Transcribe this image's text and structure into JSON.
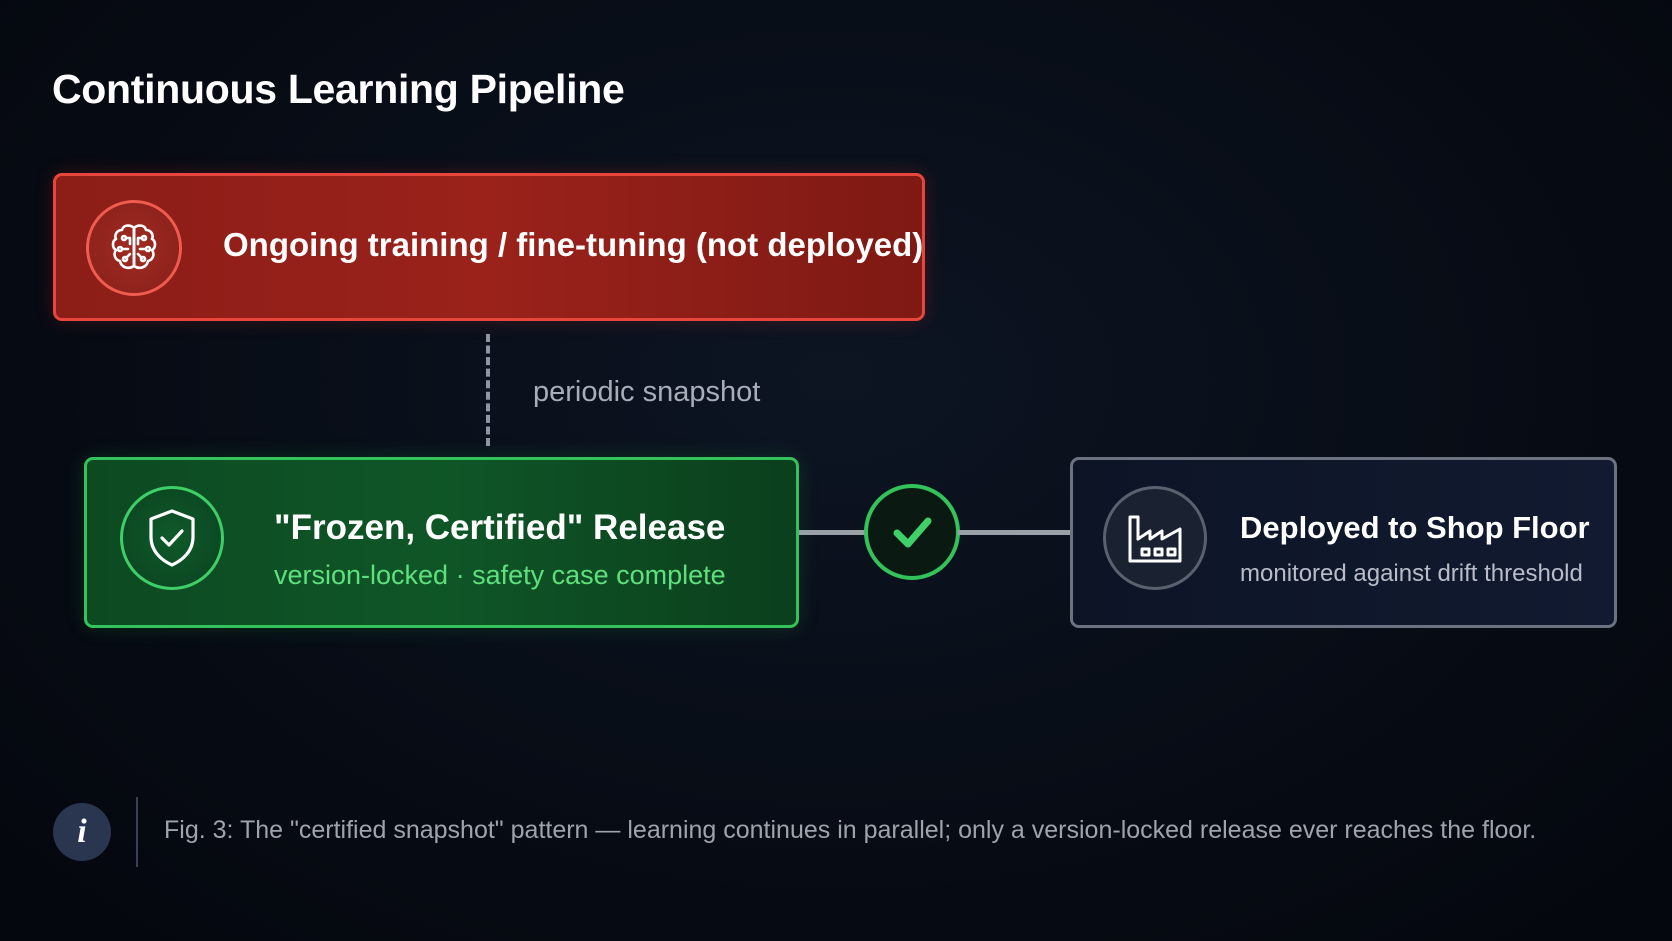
{
  "title": "Continuous Learning Pipeline",
  "training": {
    "label": "Ongoing training / fine-tuning (not deployed)",
    "icon": "brain-icon",
    "color": "#9a221b"
  },
  "connector": {
    "label": "periodic snapshot"
  },
  "release": {
    "title": "\"Frozen, Certified\" Release",
    "subtitle": "version-locked · safety case complete",
    "icon": "shield-check-icon",
    "color": "#0f5627"
  },
  "approval": {
    "icon": "checkmark-icon",
    "color": "#34c25a"
  },
  "deployment": {
    "title": "Deployed to Shop Floor",
    "subtitle": "monitored against drift threshold",
    "icon": "factory-icon"
  },
  "caption": {
    "icon": "info-icon",
    "info_glyph": "i",
    "text": "Fig. 3: The \"certified snapshot\" pattern — learning continues in parallel; only a version-locked release ever reaches the floor."
  }
}
